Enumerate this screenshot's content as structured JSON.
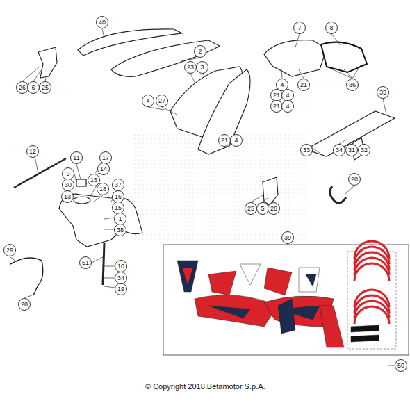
{
  "diagram": {
    "caption": "© Copyright 2018 Betamotor S.p.A.",
    "labels": [
      "40",
      "2",
      "7",
      "8",
      "36",
      "4",
      "21",
      "21",
      "4",
      "21",
      "4",
      "35",
      "23",
      "3",
      "4",
      "27",
      "21",
      "4",
      "26",
      "6",
      "25",
      "12",
      "11",
      "17",
      "9",
      "14",
      "30",
      "15",
      "37",
      "13",
      "18",
      "16",
      "15",
      "1",
      "38",
      "33",
      "34",
      "31",
      "32",
      "20",
      "25",
      "5",
      "26",
      "39",
      "29",
      "51",
      "10",
      "34",
      "19",
      "28",
      "50"
    ]
  }
}
